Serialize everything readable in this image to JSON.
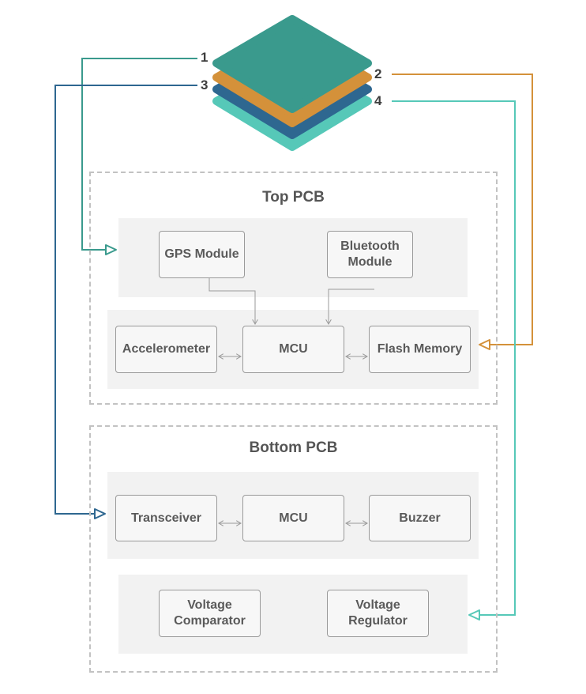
{
  "layer_labels": {
    "l1": "1",
    "l2": "2",
    "l3": "3",
    "l4": "4"
  },
  "colors": {
    "layer1": "#3a9a8d",
    "layer2": "#d4913a",
    "layer3": "#2e6790",
    "layer4": "#56c8b8",
    "box_border": "#9a9a9a",
    "section_border": "#c2c2c2"
  },
  "top_pcb": {
    "title": "Top PCB",
    "gps": "GPS Module",
    "bluetooth": "Bluetooth\nModule",
    "accelerometer": "Accelerometer",
    "mcu": "MCU",
    "flash": "Flash Memory"
  },
  "bottom_pcb": {
    "title": "Bottom PCB",
    "transceiver": "Transceiver",
    "mcu": "MCU",
    "buzzer": "Buzzer",
    "comparator": "Voltage\nComparator",
    "regulator": "Voltage\nRegulator"
  }
}
